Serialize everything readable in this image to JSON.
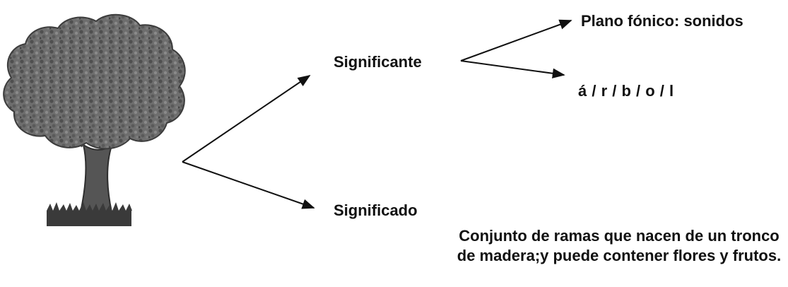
{
  "diagram": {
    "image": {
      "icon": "tree-icon"
    },
    "nodes": {
      "significante": "Significante",
      "significado": "Significado",
      "plano_fonico": "Plano fónico: sonidos",
      "fonemas": "á / r / b / o / l",
      "definicion": "Conjunto de ramas que nacen de un tronco de madera;y puede contener flores y frutos."
    },
    "colors": {
      "text": "#111111",
      "foliage": "#6e6e6e",
      "trunk": "#555555",
      "grass": "#3a3a3a",
      "arrow": "#111111"
    }
  }
}
